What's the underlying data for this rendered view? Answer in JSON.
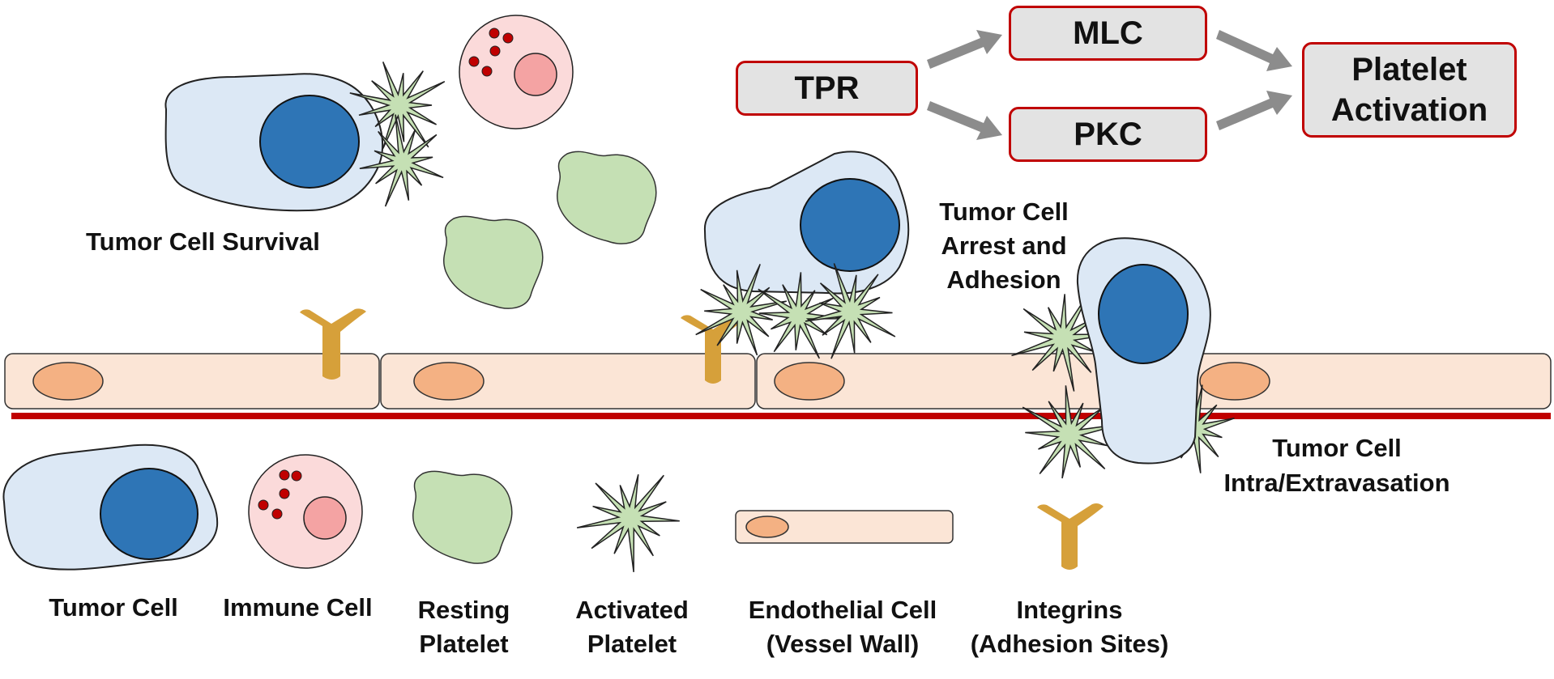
{
  "pathway": {
    "tpr": "TPR",
    "mlc": "MLC",
    "pkc": "PKC",
    "activation_line1": "Platelet",
    "activation_line2": "Activation"
  },
  "scene_labels": {
    "survival": "Tumor Cell Survival",
    "arrest_line1": "Tumor Cell",
    "arrest_line2": "Arrest and",
    "arrest_line3": "Adhesion",
    "intra_line1": "Tumor Cell",
    "intra_line2": "Intra/Extravasation"
  },
  "legend": {
    "tumor_cell": "Tumor Cell",
    "immune_cell": "Immune Cell",
    "resting_line1": "Resting",
    "resting_line2": "Platelet",
    "activated_line1": "Activated",
    "activated_line2": "Platelet",
    "endothelial_line1": "Endothelial Cell",
    "endothelial_line2": "(Vessel Wall)",
    "integrin_line1": "Integrins",
    "integrin_line2": "(Adhesion Sites)"
  },
  "colors": {
    "tumor_body": "#dce8f5",
    "tumor_nucleus": "#2e75b6",
    "immune_body": "#fbdada",
    "immune_nucleus": "#f4a3a3",
    "granule": "#c00000",
    "platelet_resting": "#c5e0b4",
    "platelet_activated": "#c5e0b4",
    "endothelium": "#fbe5d6",
    "endo_nucleus": "#f4b183",
    "integrin": "#d6a03a",
    "basement_line": "#c00000",
    "arrow": "#8c8c8c",
    "box_border": "#c00000",
    "box_fill": "#e3e3e3"
  }
}
